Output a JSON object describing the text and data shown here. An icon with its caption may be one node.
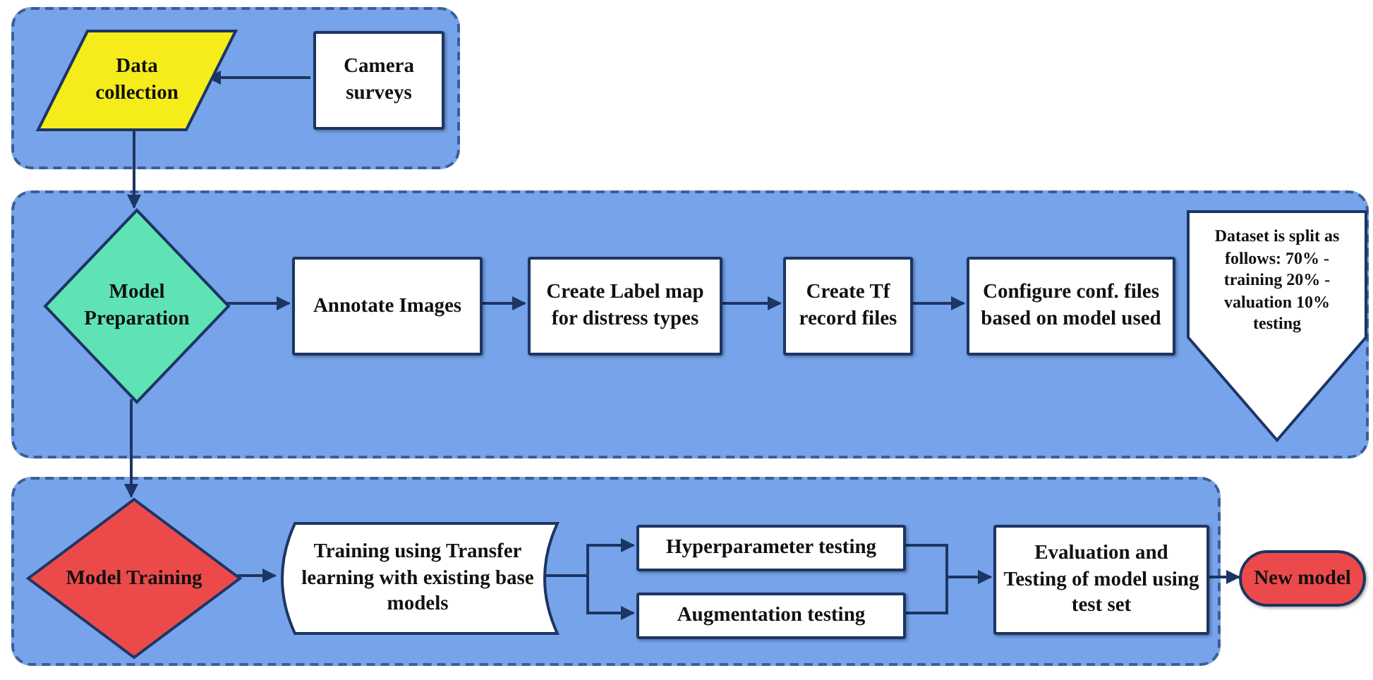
{
  "diagram": {
    "nodes": [
      {
        "text": [],
        "shape": "box"
      },
      {
        "text": [],
        "shape": "box"
      },
      {
        "text": [],
        "shape": "box"
      },
      {
        "text": [
          "Data collection"
        ],
        "in": 0
      },
      {
        "text": [
          "Camera surveys"
        ],
        "in": 0
      },
      {
        "text": [
          "Model Preparation"
        ],
        "in": 1
      },
      {
        "text": [
          "Annotate Images"
        ],
        "in": 1
      },
      {
        "text": [
          "Create Label map for distress types"
        ],
        "in": 1
      },
      {
        "text": [
          "Create Tf record files"
        ],
        "in": 1
      },
      {
        "text": [
          "Configure conf. files based on model used"
        ],
        "in": 1
      },
      {
        "text": [
          "Dataset is split as follows: 70% - training 20% - valuation 10% testing"
        ],
        "in": 1
      },
      {
        "text": [
          "Model Training"
        ],
        "in": 2
      },
      {
        "text": [
          "Training using Transfer learning with existing base models"
        ],
        "in": 2
      },
      {
        "text": [
          "Hyperparameter testing"
        ],
        "in": 2
      },
      {
        "text": [
          "Augmentation testing"
        ],
        "in": 2
      },
      {
        "text": [
          "Evaluation and Testing of model using test set"
        ],
        "in": 2
      },
      {
        "text": [
          "New model"
        ]
      }
    ],
    "edges": [
      {
        "from": 4,
        "to": 3,
        "arrow": "to"
      },
      {
        "from": 3,
        "to": 5,
        "arrow": "to"
      },
      {
        "from": 5,
        "to": 6,
        "arrow": "to"
      },
      {
        "from": 6,
        "to": 7,
        "arrow": "to"
      },
      {
        "from": 7,
        "to": 8,
        "arrow": "to"
      },
      {
        "from": 8,
        "to": 9,
        "arrow": "to"
      },
      {
        "from": 5,
        "to": 11,
        "arrow": "to"
      },
      {
        "from": 11,
        "to": 12,
        "arrow": "to"
      },
      {
        "from": 12,
        "to": 13,
        "arrow": "to"
      },
      {
        "from": 12,
        "to": 14,
        "arrow": "to"
      },
      {
        "from": 13,
        "to": 15,
        "arrow": "to"
      },
      {
        "from": 14,
        "to": 15,
        "arrow": "to"
      },
      {
        "from": 15,
        "to": 16,
        "arrow": "to"
      }
    ]
  }
}
